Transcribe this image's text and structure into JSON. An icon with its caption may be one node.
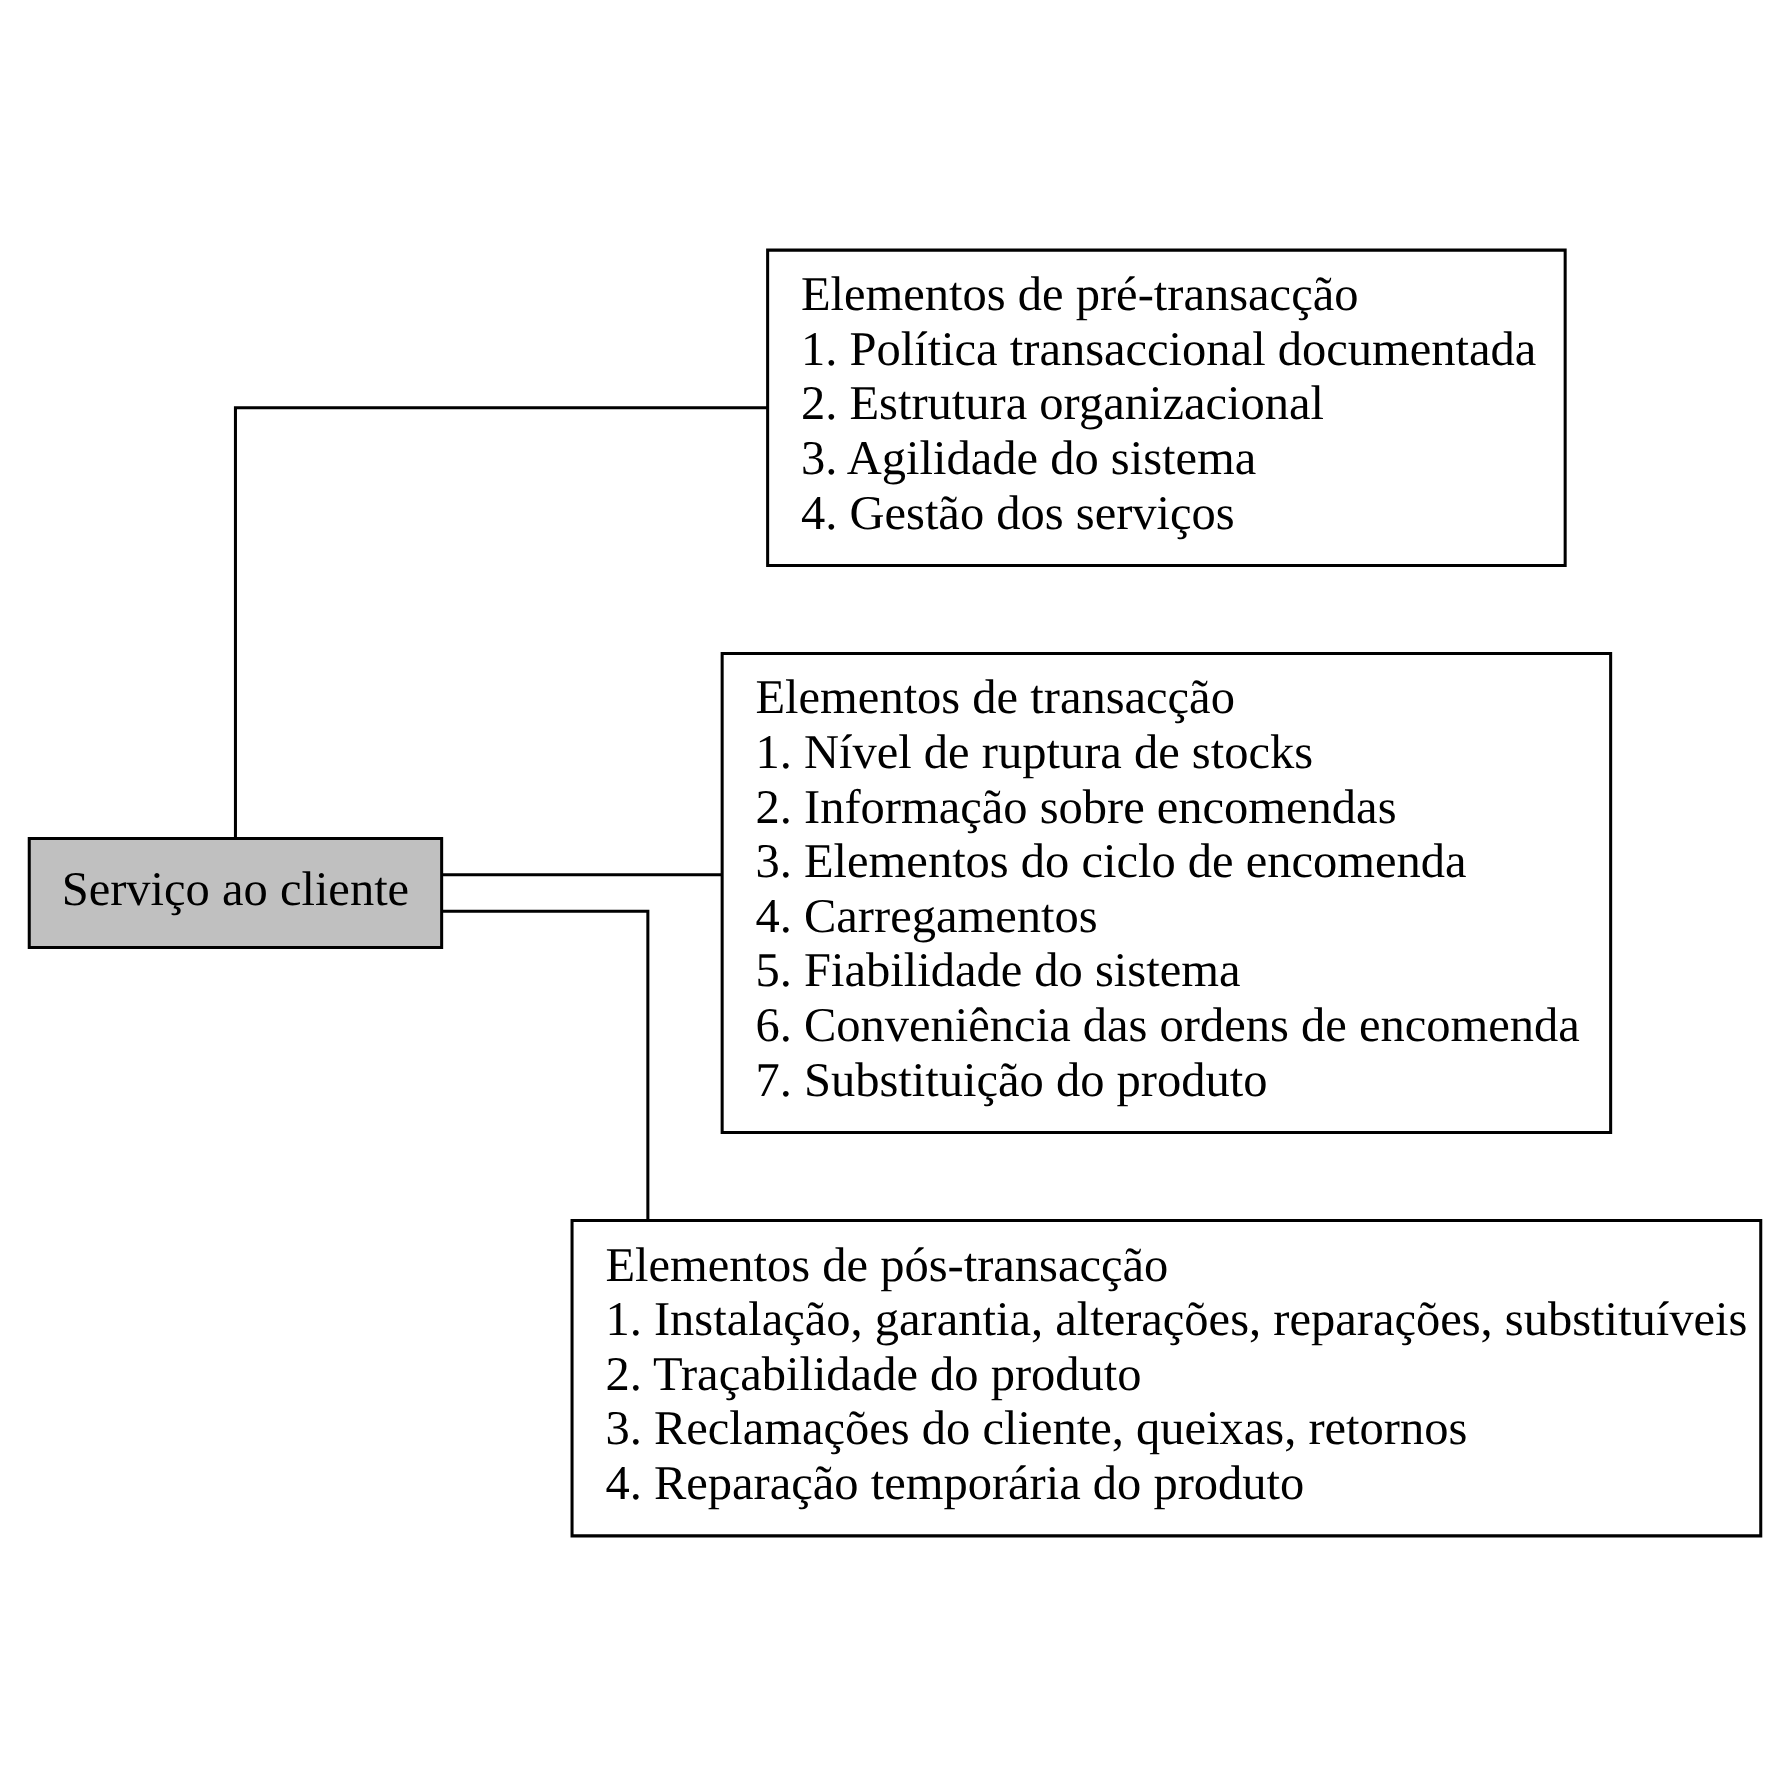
{
  "diagram": {
    "nodes": [
      {
        "text": [
          "Serviço ao cliente"
        ]
      },
      {
        "text": [
          "Elementos de pré-transacção",
          "1. Política transaccional documentada",
          "2. Estrutura organizacional",
          "3. Agilidade do sistema",
          "4. Gestão dos serviços"
        ]
      },
      {
        "text": [
          "Elementos de transacção",
          "1. Nível de ruptura de stocks",
          "2. Informação sobre encomendas",
          "3. Elementos do ciclo de encomenda",
          "4. Carregamentos",
          "5. Fiabilidade do sistema",
          "6. Conveniência das ordens de encomenda",
          "7. Substituição do produto"
        ]
      },
      {
        "text": [
          "Elementos de pós-transacção",
          "1. Instalação, garantia, alterações, reparações, substituíveis",
          "2. Traçabilidade do produto",
          "3. Reclamações do cliente, queixas, retornos",
          "4. Reparação temporária do produto"
        ]
      }
    ],
    "edges": [
      {
        "from": 0,
        "to": 1,
        "arrow": "none"
      },
      {
        "from": 0,
        "to": 2,
        "arrow": "none"
      },
      {
        "from": 0,
        "to": 3,
        "arrow": "none"
      }
    ]
  }
}
